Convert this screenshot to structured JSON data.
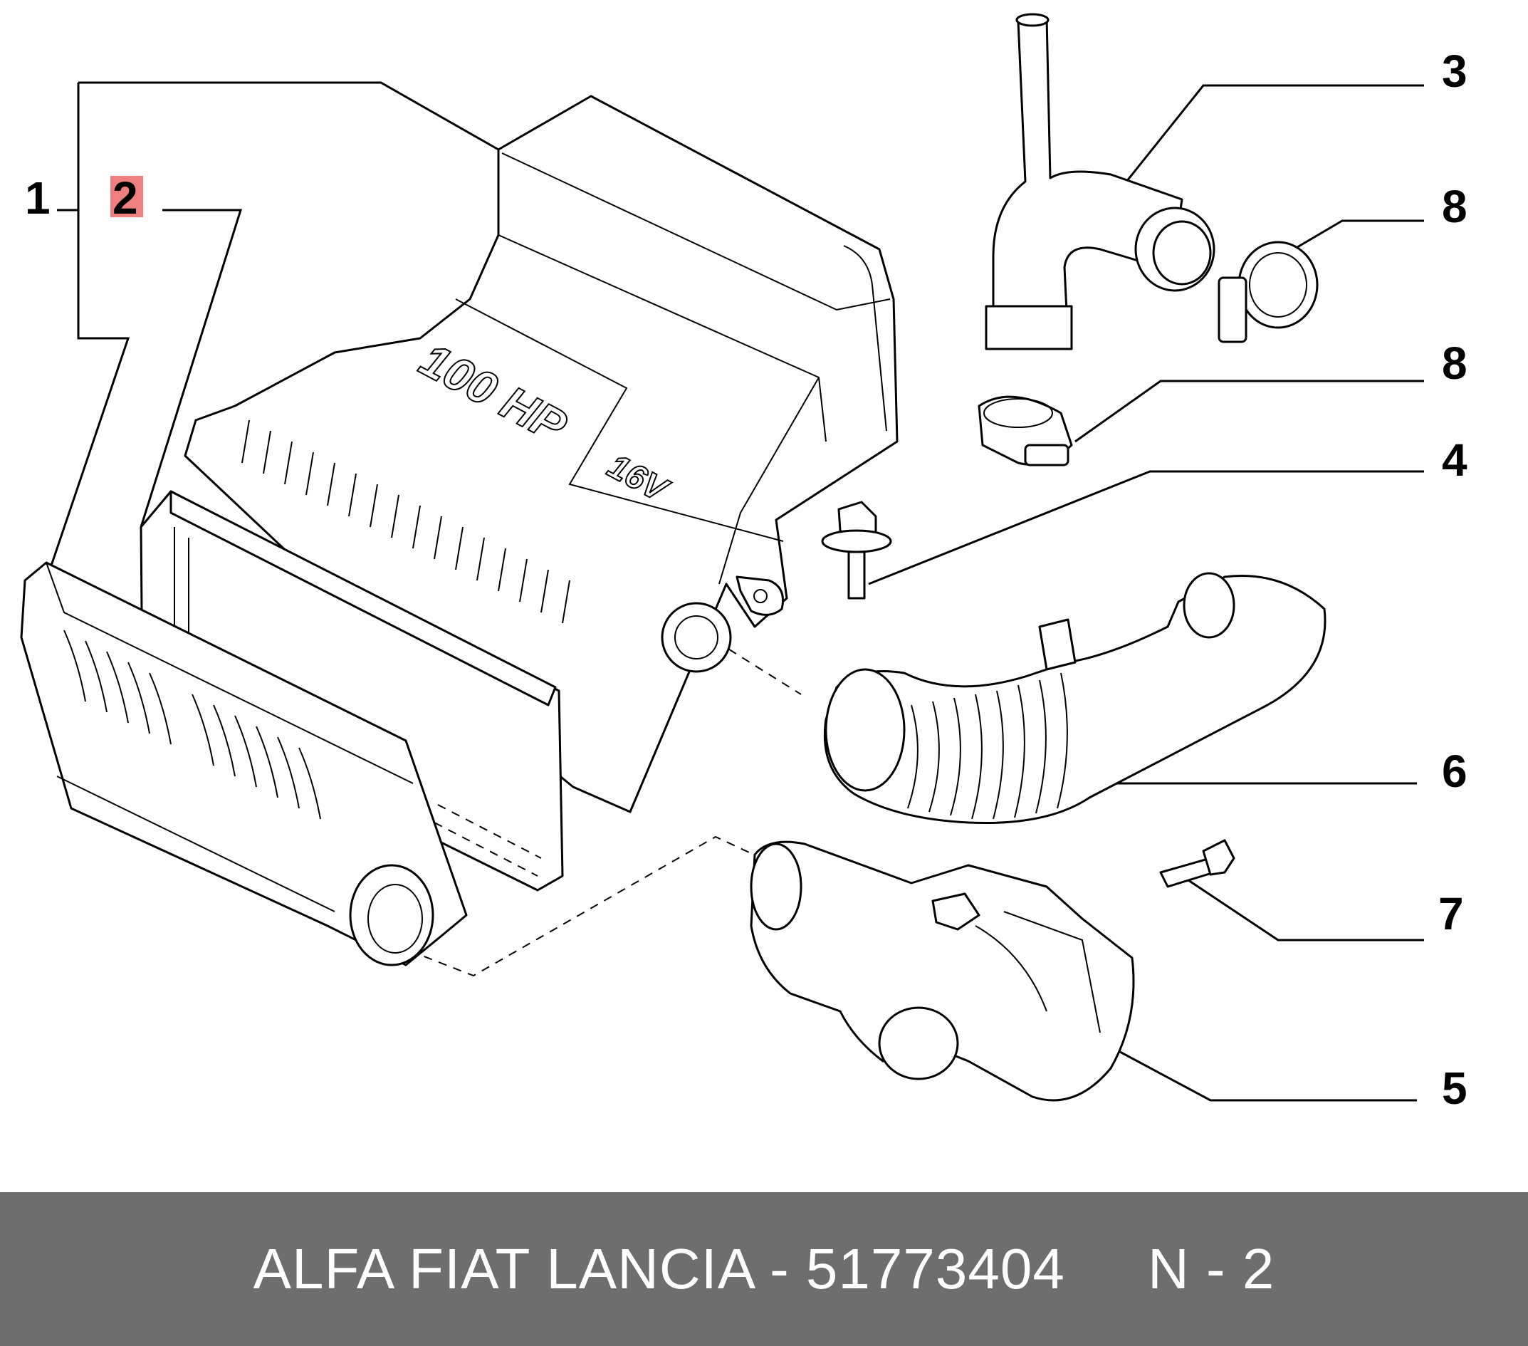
{
  "diagram": {
    "callouts": [
      {
        "id": "c1",
        "label": "1",
        "highlighted": false
      },
      {
        "id": "c2",
        "label": "2",
        "highlighted": true
      },
      {
        "id": "c3",
        "label": "3",
        "highlighted": false
      },
      {
        "id": "c8a",
        "label": "8",
        "highlighted": false
      },
      {
        "id": "c8b",
        "label": "8",
        "highlighted": false
      },
      {
        "id": "c4",
        "label": "4",
        "highlighted": false
      },
      {
        "id": "c6",
        "label": "6",
        "highlighted": false
      },
      {
        "id": "c7",
        "label": "7",
        "highlighted": false
      },
      {
        "id": "c5",
        "label": "5",
        "highlighted": false
      }
    ],
    "highlight_color": "#f08080",
    "part_markings": {
      "housing_text": "100 HP",
      "housing_sub": "16V"
    }
  },
  "footer": {
    "text": "ALFA FIAT LANCIA - 51773404     N - 2",
    "background": "#6e6e6e",
    "color": "#ffffff"
  }
}
